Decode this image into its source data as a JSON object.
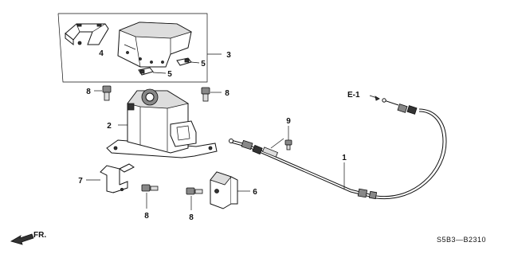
{
  "callouts": {
    "c1": "1",
    "c2": "2",
    "c3": "3",
    "c4": "4",
    "c5a": "5",
    "c5b": "5",
    "c6": "6",
    "c7": "7",
    "c8a": "8",
    "c8b": "8",
    "c8c": "8",
    "c8d": "8",
    "c9": "9"
  },
  "reference": "E-1",
  "direction": "FR.",
  "diagram_code": "S5B3—B2310"
}
